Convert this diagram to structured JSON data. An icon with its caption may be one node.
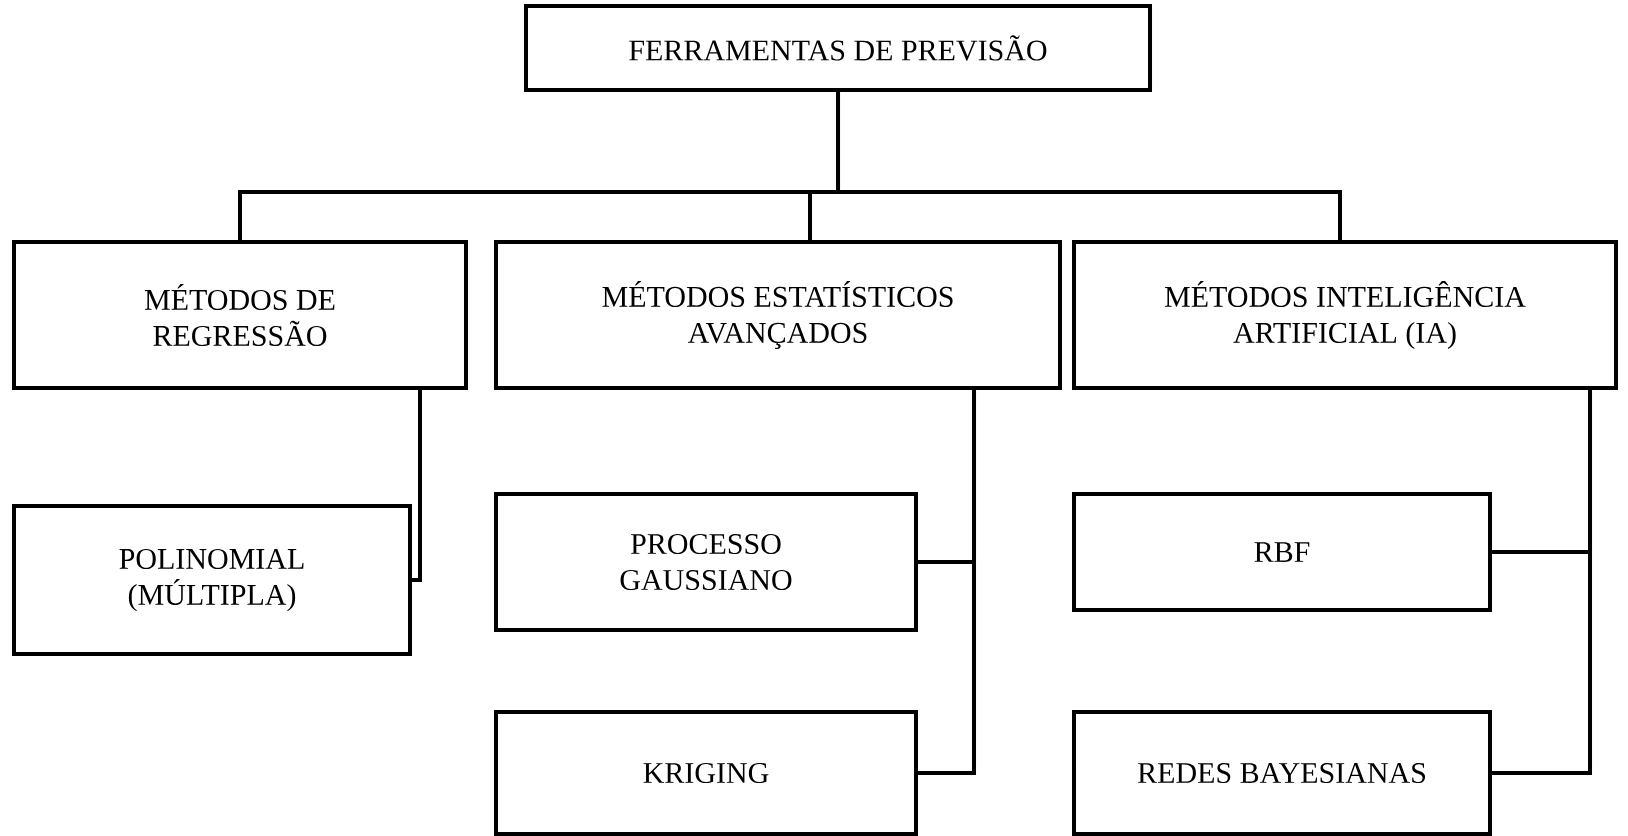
{
  "diagram": {
    "nodes": [
      {
        "text": [
          "FERRAMENTAS DE PREVISÃO"
        ]
      },
      {
        "text": [
          "MÉTODOS DE REGRESSÃO"
        ]
      },
      {
        "text": [
          "MÉTODOS ESTATÍSTICOS AVANÇADOS"
        ]
      },
      {
        "text": [
          "MÉTODOS INTELIGÊNCIA ARTIFICIAL (IA)"
        ]
      },
      {
        "text": [
          "POLINOMIAL (MÚLTIPLA)"
        ]
      },
      {
        "text": [
          "PROCESSO GAUSSIANO"
        ]
      },
      {
        "text": [
          "KRIGING"
        ]
      },
      {
        "text": [
          "RBF"
        ]
      },
      {
        "text": [
          "REDES BAYESIANAS"
        ]
      }
    ],
    "edges": [
      {
        "from": 0,
        "to": 1,
        "arrow": "none"
      },
      {
        "from": 0,
        "to": 2,
        "arrow": "none"
      },
      {
        "from": 0,
        "to": 3,
        "arrow": "none"
      },
      {
        "from": 1,
        "to": 4,
        "arrow": "none"
      },
      {
        "from": 2,
        "to": 5,
        "arrow": "none"
      },
      {
        "from": 2,
        "to": 6,
        "arrow": "none"
      },
      {
        "from": 3,
        "to": 7,
        "arrow": "none"
      },
      {
        "from": 3,
        "to": 8,
        "arrow": "none"
      }
    ]
  }
}
